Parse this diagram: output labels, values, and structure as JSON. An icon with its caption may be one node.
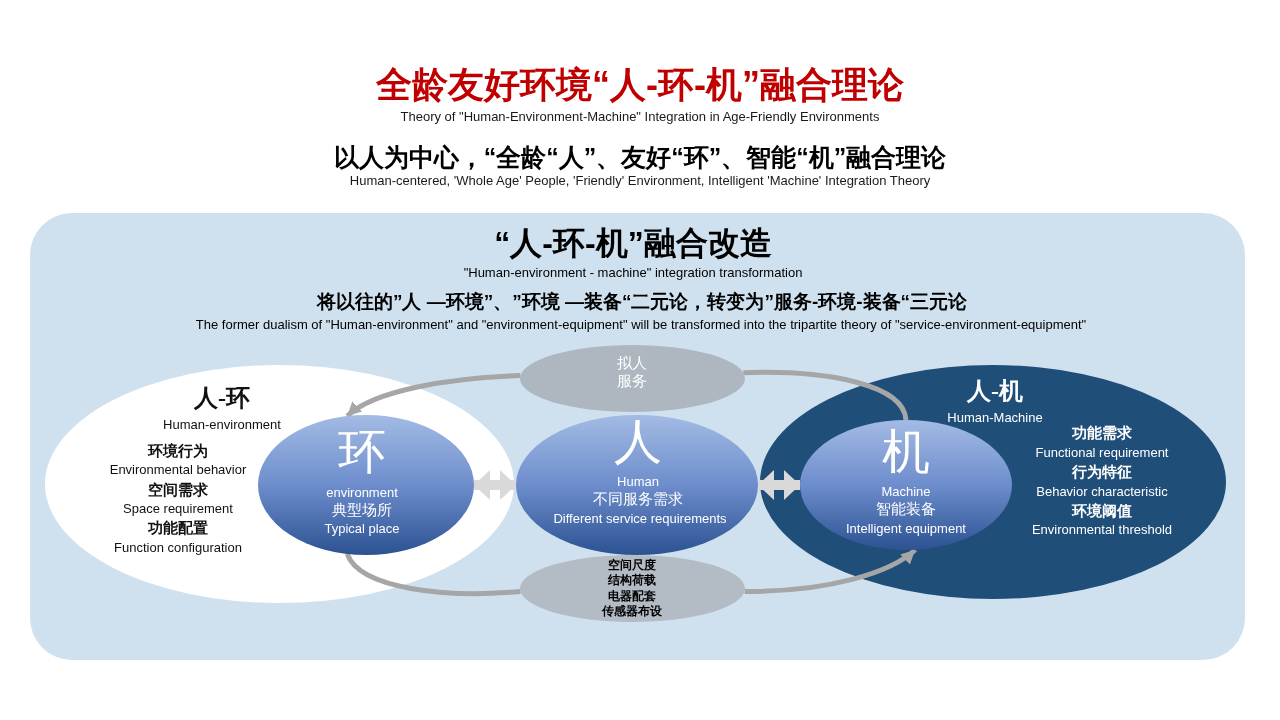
{
  "diagram": {
    "title": "全龄友好环境“人-环-机”融合理论",
    "nodes": [
      {
        "text": [
          "“人-环-机”融合改造",
          "\"Human-environment - machine\" integration transformation",
          "将以往的”人 —环境”、”环境 —装备“二元论，转变为”服务-环境-装备“三元论",
          "The former dualism of \"Human-environment\" and \"environment-equipment\" will be transformed into the tripartite theory of \"service-environment-equipment\""
        ]
      },
      {
        "text": [
          "拟人服务"
        ],
        "in": 0
      },
      {
        "text": [
          "人-环",
          "Human-environment",
          "环境行为",
          "Environmental behavior",
          "空间需求",
          "Space requirement",
          "功能配置",
          "Function configuration"
        ],
        "in": 0
      },
      {
        "text": [
          "环",
          "environment",
          "典型场所",
          "Typical place"
        ],
        "in": 2
      },
      {
        "text": [
          "人",
          "Human",
          "不同服务需求",
          "Different service requirements"
        ],
        "in": 0
      },
      {
        "text": [
          "人-机",
          "Human-Machine",
          "功能需求",
          "Functional requirement",
          "行为特征",
          "Behavior characteristic",
          "环境阈值",
          "Environmental threshold"
        ],
        "in": 0
      },
      {
        "text": [
          "机",
          "Machine",
          "智能装备",
          "Intelligent equipment"
        ],
        "in": 5
      },
      {
        "text": [
          "空间尺度",
          "结构荷载",
          "电器配套",
          "传感器布设"
        ],
        "in": 0
      }
    ],
    "edges": [
      {
        "from": 3,
        "to": 4,
        "arrow": "both",
        "style": "thick",
        "color": "#d9d9d9"
      },
      {
        "from": 4,
        "to": 6,
        "arrow": "both",
        "style": "thick",
        "color": "#d9d9d9"
      },
      {
        "from": 6,
        "to": 1,
        "arrow": "none"
      },
      {
        "from": 1,
        "to": 3,
        "arrow": "to"
      },
      {
        "from": 3,
        "to": 7,
        "arrow": "none"
      },
      {
        "from": 7,
        "to": 6,
        "arrow": "to"
      }
    ],
    "labels": [
      "Theory of \"Human-Environment-Machine\" Integration in Age-Friendly Environments",
      "以人为中心，“全龄“人”、友好“环”、智能“机”融合理论",
      "Human-centered, 'Whole Age' People, 'Friendly' Environment, Intelligent 'Machine' Integration Theory"
    ]
  }
}
